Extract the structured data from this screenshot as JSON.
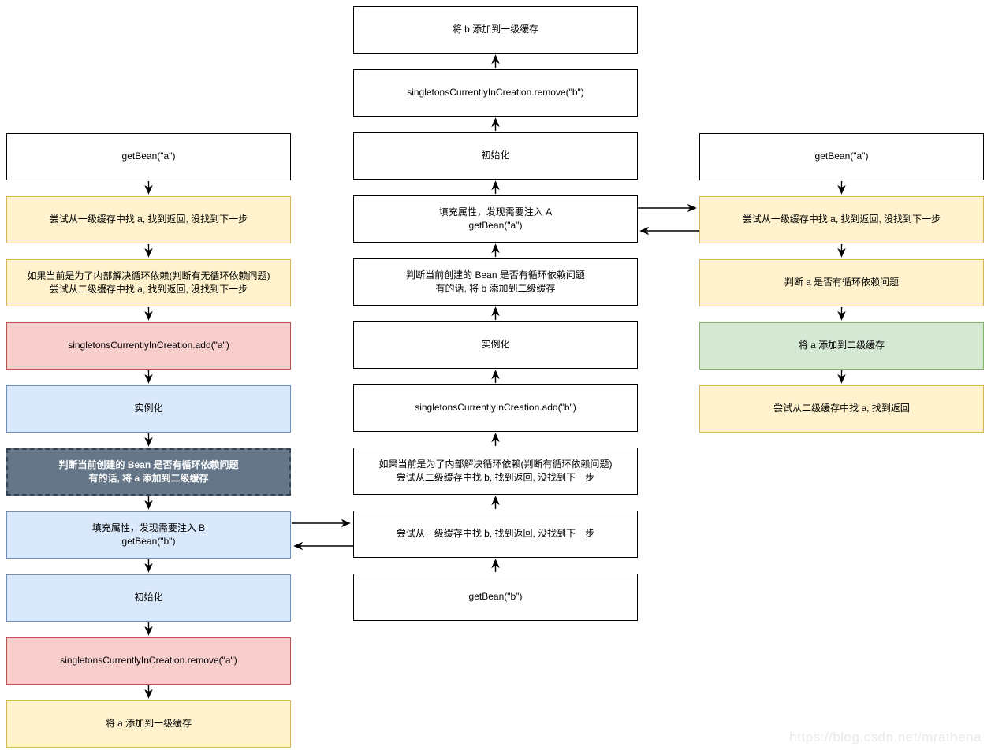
{
  "diagram_title": "Spring getBean circular dependency flow (a <-> b)",
  "watermark": "https://blog.csdn.net/mrathena",
  "palette": {
    "white_fill": "#ffffff",
    "white_border": "#000000",
    "yellow_fill": "#fff2cc",
    "yellow_border": "#d6b656",
    "red_fill": "#f8cecc",
    "red_border": "#b85450",
    "blue_fill": "#dae8fc",
    "blue_border": "#6c8ebf",
    "green_fill": "#d5e8d4",
    "green_border": "#82b366",
    "gray_fill": "#647687",
    "gray_border": "#314354",
    "arrow_color": "#000000"
  },
  "columns": {
    "left": {
      "flow_direction": "down",
      "nodes": [
        {
          "label": "getBean(\"a\")",
          "color": "white"
        },
        {
          "label": "尝试从一级缓存中找 a, 找到返回, 没找到下一步",
          "color": "yellow"
        },
        {
          "label": "如果当前是为了内部解决循环依赖(判断有无循环依赖问题)\n尝试从二级缓存中找 a, 找到返回, 没找到下一步",
          "color": "yellow"
        },
        {
          "label": "singletonsCurrentlyInCreation.add(\"a\")",
          "color": "red"
        },
        {
          "label": "实例化",
          "color": "blue"
        },
        {
          "label": "判断当前创建的 Bean 是否有循环依赖问题\n有的话, 将 a 添加到二级缓存",
          "color": "gray"
        },
        {
          "label": "填充属性，发现需要注入 B\ngetBean(\"b\")",
          "color": "blue"
        },
        {
          "label": "初始化",
          "color": "blue"
        },
        {
          "label": "singletonsCurrentlyInCreation.remove(\"a\")",
          "color": "red"
        },
        {
          "label": "将 a 添加到一级缓存",
          "color": "yellow"
        }
      ]
    },
    "middle": {
      "flow_direction": "up",
      "nodes": [
        {
          "label": "将 b 添加到一级缓存",
          "color": "white"
        },
        {
          "label": "singletonsCurrentlyInCreation.remove(\"b\")",
          "color": "white"
        },
        {
          "label": "初始化",
          "color": "white"
        },
        {
          "label": "填充属性，发现需要注入 A\ngetBean(\"a\")",
          "color": "white"
        },
        {
          "label": "判断当前创建的 Bean 是否有循环依赖问题\n有的话, 将 b 添加到二级缓存",
          "color": "white"
        },
        {
          "label": "实例化",
          "color": "white"
        },
        {
          "label": "singletonsCurrentlyInCreation.add(\"b\")",
          "color": "white"
        },
        {
          "label": "如果当前是为了内部解决循环依赖(判断有循环依赖问题)\n尝试从二级缓存中找 b, 找到返回, 没找到下一步",
          "color": "white"
        },
        {
          "label": "尝试从一级缓存中找 b, 找到返回, 没找到下一步",
          "color": "white"
        },
        {
          "label": "getBean(\"b\")",
          "color": "white"
        }
      ]
    },
    "right": {
      "flow_direction": "down",
      "nodes": [
        {
          "label": "getBean(\"a\")",
          "color": "white"
        },
        {
          "label": "尝试从一级缓存中找 a, 找到返回, 没找到下一步",
          "color": "yellow"
        },
        {
          "label": "判断 a 是否有循环依赖问题",
          "color": "yellow"
        },
        {
          "label": "将 a 添加到二级缓存",
          "color": "green"
        },
        {
          "label": "尝试从二级缓存中找 a, 找到返回",
          "color": "yellow"
        }
      ]
    }
  }
}
